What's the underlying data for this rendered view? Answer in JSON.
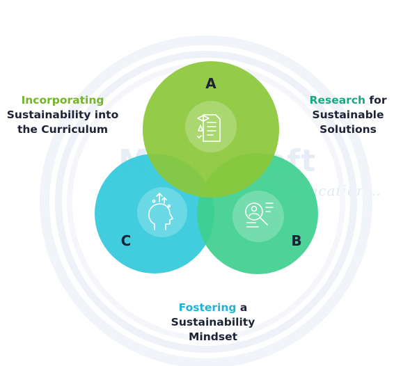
{
  "circles": {
    "a": {
      "letter": "A",
      "color": "#8bc83a",
      "icon": "curriculum-document-icon"
    },
    "b": {
      "letter": "B",
      "color": "#3ecf8e",
      "icon": "research-search-icon"
    },
    "c": {
      "letter": "C",
      "color": "#32c9dc",
      "icon": "mindset-head-icon"
    }
  },
  "labels": {
    "a": {
      "highlight": "Incorporating",
      "line2": "Sustainability into",
      "line3": "the Curriculum",
      "highlight_color": "#74b52a"
    },
    "b": {
      "highlight": "Research",
      "rest": " for",
      "line2": "Sustainable",
      "line3": "Solutions",
      "highlight_color": "#1aa882"
    },
    "c": {
      "highlight": "Fostering",
      "rest": " a",
      "line2": "Sustainability",
      "line3": "Mindset",
      "highlight_color": "#1fb3d6"
    }
  },
  "watermark": {
    "brand": "MasterSoft",
    "tagline": "Modernizing education..."
  }
}
